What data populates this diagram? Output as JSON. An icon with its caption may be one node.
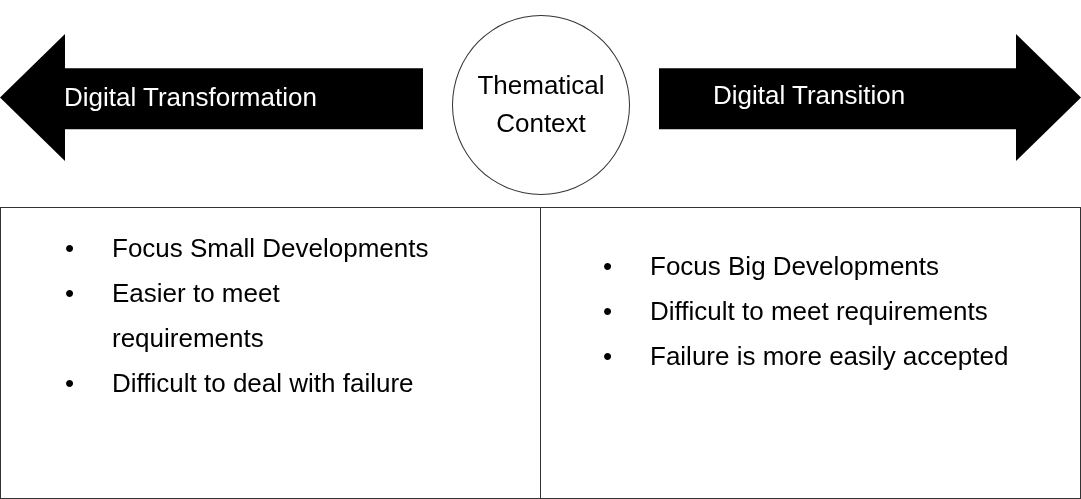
{
  "diagram": {
    "nodes": [
      {
        "text": [
          "Digital Transformation"
        ]
      },
      {
        "text": [
          "Thematical Context"
        ]
      },
      {
        "text": [
          "Digital Transition"
        ]
      },
      {
        "text": [
          "Focus Small Developments",
          "Easier to meet requirements",
          "Difficult to deal with failure"
        ]
      },
      {
        "text": [
          "Focus Big Developments",
          "Difficult to meet requirements",
          "Failure is more easily accepted"
        ]
      }
    ],
    "labels": [
      "•",
      "•",
      "•",
      "•",
      "•",
      "•"
    ]
  }
}
